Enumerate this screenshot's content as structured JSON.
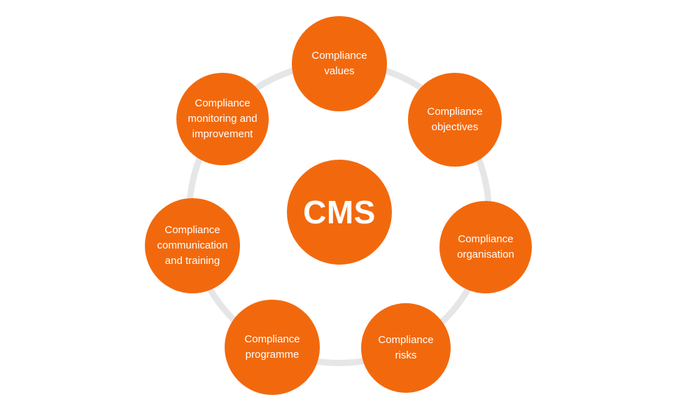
{
  "diagram": {
    "title": "CMS",
    "type": "hub-and-spoke-cycle",
    "colors": {
      "background": "#ffffff",
      "node_fill": "#f2690d",
      "label_text": "#ffffff",
      "ring": "#e5e6e8"
    },
    "center": {
      "label": "CMS"
    },
    "nodes": [
      {
        "id": "compliance-values",
        "label": "Compliance\nvalues"
      },
      {
        "id": "compliance-objectives",
        "label": "Compliance\nobjectives"
      },
      {
        "id": "compliance-organisation",
        "label": "Compliance\norganisation"
      },
      {
        "id": "compliance-risks",
        "label": "Compliance\nrisks"
      },
      {
        "id": "compliance-programme",
        "label": "Compliance\nprogramme"
      },
      {
        "id": "compliance-communication",
        "label": "Compliance\ncommunication\nand training"
      },
      {
        "id": "compliance-monitoring",
        "label": "Compliance\nmonitoring and\nimprovement"
      }
    ]
  }
}
